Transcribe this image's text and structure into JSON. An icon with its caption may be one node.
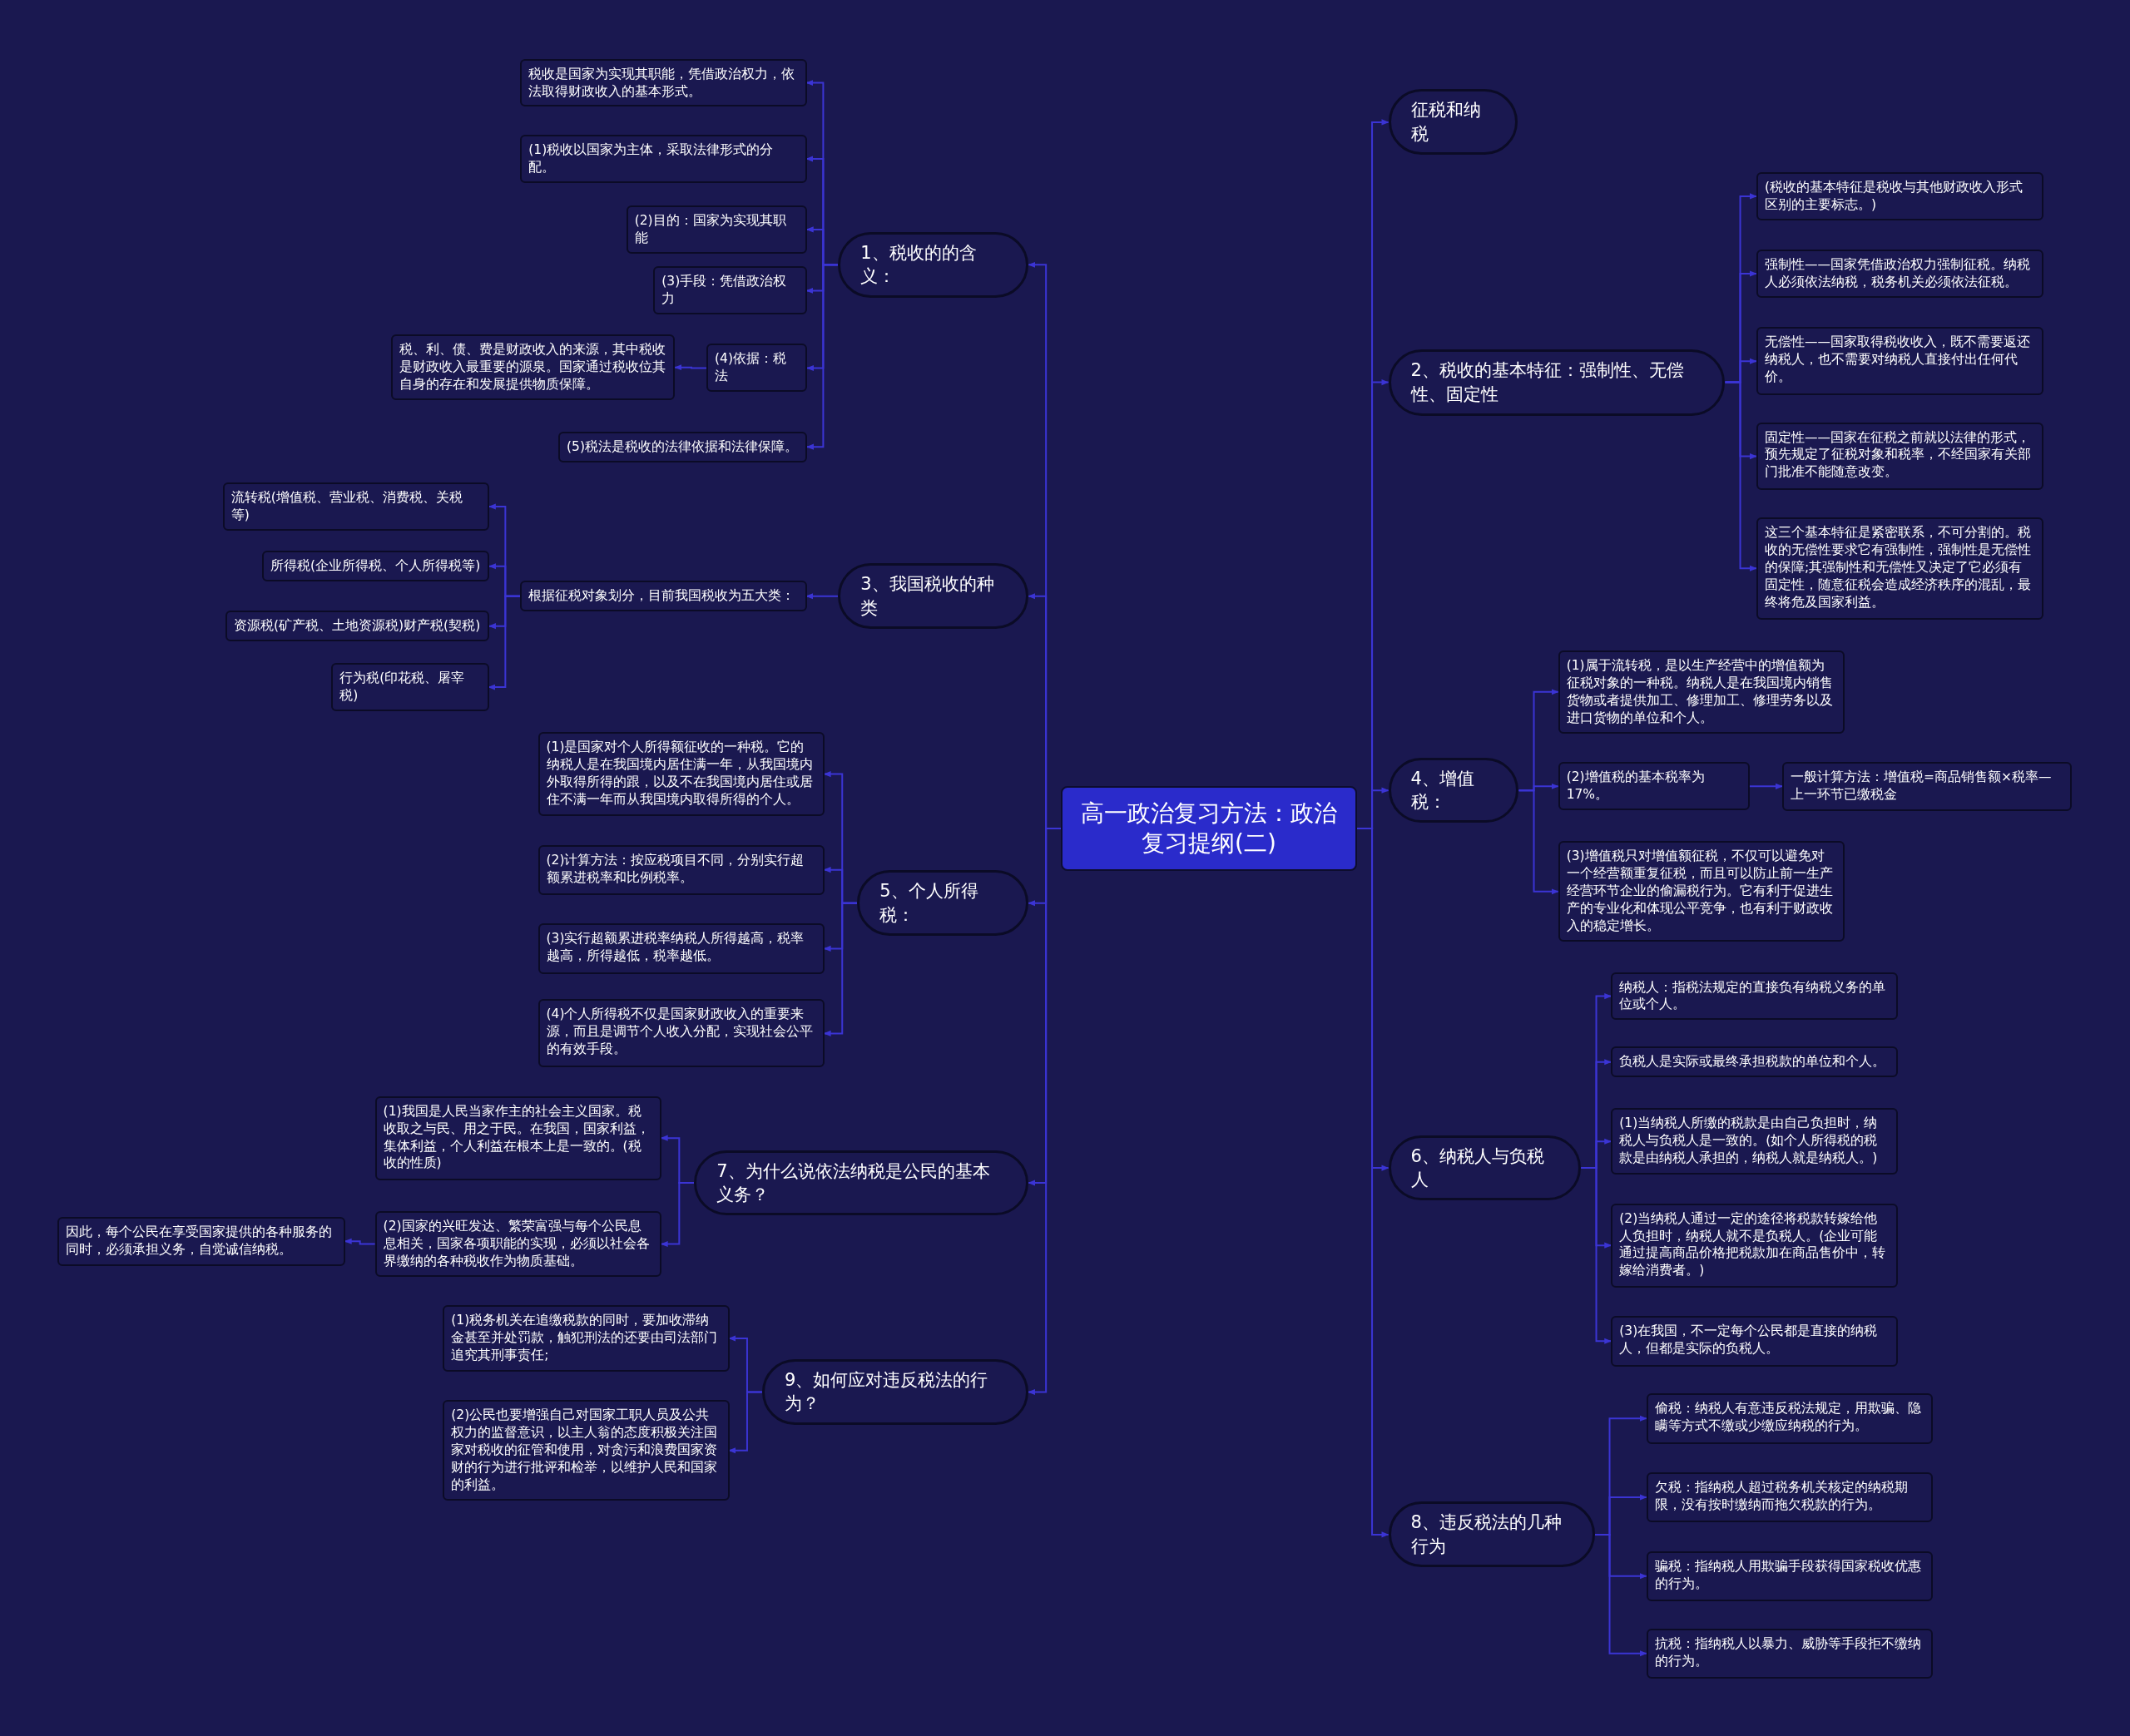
{
  "diagram": {
    "nodes": [
      {
        "text": [
          "高一政治复习方法：政治复习提纲(二)"
        ]
      },
      {
        "text": [
          "1、税收的的含义："
        ]
      },
      {
        "text": [
          "税收是国家为实现其职能，凭借政治权力，依法取得财政收入的基本形式。"
        ]
      },
      {
        "text": [
          "(1)税收以国家为主体，采取法律形式的分配。"
        ]
      },
      {
        "text": [
          "(2)目的：国家为实现其职能"
        ]
      },
      {
        "text": [
          "(3)手段：凭借政治权力"
        ]
      },
      {
        "text": [
          "(4)依据：税法"
        ]
      },
      {
        "text": [
          "税、利、债、费是财政收入的来源，其中税收是财政收入最重要的源泉。国家通过税收位其自身的存在和发展提供物质保障。"
        ]
      },
      {
        "text": [
          "(5)税法是税收的法律依据和法律保障。"
        ]
      },
      {
        "text": [
          "3、我国税收的种类"
        ]
      },
      {
        "text": [
          "根据征税对象划分，目前我国税收为五大类："
        ]
      },
      {
        "text": [
          "流转税(增值税、营业税、消费税、关税等)"
        ]
      },
      {
        "text": [
          "所得税(企业所得税、个人所得税等)"
        ]
      },
      {
        "text": [
          "资源税(矿产税、土地资源税)财产税(契税)"
        ]
      },
      {
        "text": [
          "行为税(印花税、屠宰税)"
        ]
      },
      {
        "text": [
          "5、个人所得税："
        ]
      },
      {
        "text": [
          "(1)是国家对个人所得额征收的一种税。它的纳税人是在我国境内居住满一年，从我国境内外取得所得的跟，以及不在我国境内居住或居住不满一年而从我国境内取得所得的个人。"
        ]
      },
      {
        "text": [
          "(2)计算方法：按应税项目不同，分别实行超额累进税率和比例税率。"
        ]
      },
      {
        "text": [
          "(3)实行超额累进税率纳税人所得越高，税率越高，所得越低，税率越低。"
        ]
      },
      {
        "text": [
          "(4)个人所得税不仅是国家财政收入的重要来源，而且是调节个人收入分配，实现社会公平的有效手段。"
        ]
      },
      {
        "text": [
          "7、为什么说依法纳税是公民的基本义务？"
        ]
      },
      {
        "text": [
          "(1)我国是人民当家作主的社会主义国家。税收取之与民、用之于民。在我国，国家利益，集体利益，个人利益在根本上是一致的。(税收的性质)"
        ]
      },
      {
        "text": [
          "(2)国家的兴旺发达、繁荣富强与每个公民息息相关，国家各项职能的实现，必须以社会各界缴纳的各种税收作为物质基础。"
        ]
      },
      {
        "text": [
          "因此，每个公民在享受国家提供的各种服务的同时，必须承担义务，自觉诚信纳税。"
        ]
      },
      {
        "text": [
          "9、如何应对违反税法的行为？"
        ]
      },
      {
        "text": [
          "(1)税务机关在追缴税款的同时，要加收滞纳金甚至并处罚款，触犯刑法的还要由司法部门追究其刑事责任;"
        ]
      },
      {
        "text": [
          "(2)公民也要增强自己对国家工职人员及公共权力的监督意识，以主人翁的态度积极关注国家对税收的征管和使用，对贪污和浪费国家资财的行为进行批评和检举，以维护人民和国家的利益。"
        ]
      },
      {
        "text": [
          "征税和纳税"
        ]
      },
      {
        "text": [
          "2、税收的基本特征：强制性、无偿性、固定性"
        ]
      },
      {
        "text": [
          "(税收的基本特征是税收与其他财政收入形式区别的主要标志。)"
        ]
      },
      {
        "text": [
          "强制性——国家凭借政治权力强制征税。纳税人必须依法纳税，税务机关必须依法征税。"
        ]
      },
      {
        "text": [
          "无偿性——国家取得税收收入，既不需要返还纳税人，也不需要对纳税人直接付出任何代价。"
        ]
      },
      {
        "text": [
          "固定性——国家在征税之前就以法律的形式，预先规定了征税对象和税率，不经国家有关部门批准不能随意改变。"
        ]
      },
      {
        "text": [
          "这三个基本特征是紧密联系，不可分割的。税收的无偿性要求它有强制性，强制性是无偿性的保障;其强制性和无偿性又决定了它必须有固定性，随意征税会造成经济秩序的混乱，最终将危及国家利益。"
        ]
      },
      {
        "text": [
          "4、增值税："
        ]
      },
      {
        "text": [
          "(1)属于流转税，是以生产经营中的增值额为征税对象的一种税。纳税人是在我国境内销售货物或者提供加工、修理加工、修理劳务以及进口货物的单位和个人。"
        ]
      },
      {
        "text": [
          "(2)增值税的基本税率为17%。"
        ]
      },
      {
        "text": [
          "一般计算方法：增值税=商品销售额×税率—上一环节已缴税金"
        ]
      },
      {
        "text": [
          "(3)增值税只对增值额征税，不仅可以避免对一个经营额重复征税，而且可以防止前一生产经营环节企业的偷漏税行为。它有利于促进生产的专业化和体现公平竞争，也有利于财政收入的稳定增长。"
        ]
      },
      {
        "text": [
          "6、纳税人与负税人"
        ]
      },
      {
        "text": [
          "纳税人：指税法规定的直接负有纳税义务的单位或个人。"
        ]
      },
      {
        "text": [
          "负税人是实际或最终承担税款的单位和个人。"
        ]
      },
      {
        "text": [
          "(1)当纳税人所缴的税款是由自己负担时，纳税人与负税人是一致的。(如个人所得税的税款是由纳税人承担的，纳税人就是纳税人。)"
        ]
      },
      {
        "text": [
          "(2)当纳税人通过一定的途径将税款转嫁给他人负担时，纳税人就不是负税人。(企业可能通过提高商品价格把税款加在商品售价中，转嫁给消费者。)"
        ]
      },
      {
        "text": [
          "(3)在我国，不一定每个公民都是直接的纳税人，但都是实际的负税人。"
        ]
      },
      {
        "text": [
          "8、违反税法的几种行为"
        ]
      },
      {
        "text": [
          "偷税：纳税人有意违反税法规定，用欺骗、隐瞒等方式不缴或少缴应纳税的行为。"
        ]
      },
      {
        "text": [
          "欠税：指纳税人超过税务机关核定的纳税期限，没有按时缴纳而拖欠税款的行为。"
        ]
      },
      {
        "text": [
          "骗税：指纳税人用欺骗手段获得国家税收优惠的行为。"
        ]
      },
      {
        "text": [
          "抗税：指纳税人以暴力、威胁等手段拒不缴纳的行为。"
        ]
      }
    ],
    "edges": [
      {
        "from": 0,
        "to": 1,
        "arrow": "to"
      },
      {
        "from": 1,
        "to": 2,
        "arrow": "to"
      },
      {
        "from": 1,
        "to": 3,
        "arrow": "to"
      },
      {
        "from": 1,
        "to": 4,
        "arrow": "to"
      },
      {
        "from": 1,
        "to": 5,
        "arrow": "to"
      },
      {
        "from": 1,
        "to": 6,
        "arrow": "to"
      },
      {
        "from": 6,
        "to": 7,
        "arrow": "to"
      },
      {
        "from": 1,
        "to": 8,
        "arrow": "to"
      },
      {
        "from": 0,
        "to": 9,
        "arrow": "to"
      },
      {
        "from": 9,
        "to": 10,
        "arrow": "to"
      },
      {
        "from": 10,
        "to": 11,
        "arrow": "to"
      },
      {
        "from": 10,
        "to": 12,
        "arrow": "to"
      },
      {
        "from": 10,
        "to": 13,
        "arrow": "to"
      },
      {
        "from": 10,
        "to": 14,
        "arrow": "to"
      },
      {
        "from": 0,
        "to": 15,
        "arrow": "to"
      },
      {
        "from": 15,
        "to": 16,
        "arrow": "to"
      },
      {
        "from": 15,
        "to": 17,
        "arrow": "to"
      },
      {
        "from": 15,
        "to": 18,
        "arrow": "to"
      },
      {
        "from": 15,
        "to": 19,
        "arrow": "to"
      },
      {
        "from": 0,
        "to": 20,
        "arrow": "to"
      },
      {
        "from": 20,
        "to": 21,
        "arrow": "to"
      },
      {
        "from": 20,
        "to": 22,
        "arrow": "to"
      },
      {
        "from": 22,
        "to": 23,
        "arrow": "to"
      },
      {
        "from": 0,
        "to": 24,
        "arrow": "to"
      },
      {
        "from": 24,
        "to": 25,
        "arrow": "to"
      },
      {
        "from": 24,
        "to": 26,
        "arrow": "to"
      },
      {
        "from": 0,
        "to": 27,
        "arrow": "to"
      },
      {
        "from": 0,
        "to": 28,
        "arrow": "to"
      },
      {
        "from": 28,
        "to": 29,
        "arrow": "to"
      },
      {
        "from": 28,
        "to": 30,
        "arrow": "to"
      },
      {
        "from": 28,
        "to": 31,
        "arrow": "to"
      },
      {
        "from": 28,
        "to": 32,
        "arrow": "to"
      },
      {
        "from": 28,
        "to": 33,
        "arrow": "to"
      },
      {
        "from": 0,
        "to": 34,
        "arrow": "to"
      },
      {
        "from": 34,
        "to": 35,
        "arrow": "to"
      },
      {
        "from": 34,
        "to": 36,
        "arrow": "to"
      },
      {
        "from": 36,
        "to": 37,
        "arrow": "to"
      },
      {
        "from": 34,
        "to": 38,
        "arrow": "to"
      },
      {
        "from": 0,
        "to": 39,
        "arrow": "to"
      },
      {
        "from": 39,
        "to": 40,
        "arrow": "to"
      },
      {
        "from": 39,
        "to": 41,
        "arrow": "to"
      },
      {
        "from": 39,
        "to": 42,
        "arrow": "to"
      },
      {
        "from": 39,
        "to": 43,
        "arrow": "to"
      },
      {
        "from": 39,
        "to": 44,
        "arrow": "to"
      },
      {
        "from": 0,
        "to": 45,
        "arrow": "to"
      },
      {
        "from": 45,
        "to": 46,
        "arrow": "to"
      },
      {
        "from": 45,
        "to": 47,
        "arrow": "to"
      },
      {
        "from": 45,
        "to": 48,
        "arrow": "to"
      },
      {
        "from": 45,
        "to": 49,
        "arrow": "to"
      }
    ]
  }
}
